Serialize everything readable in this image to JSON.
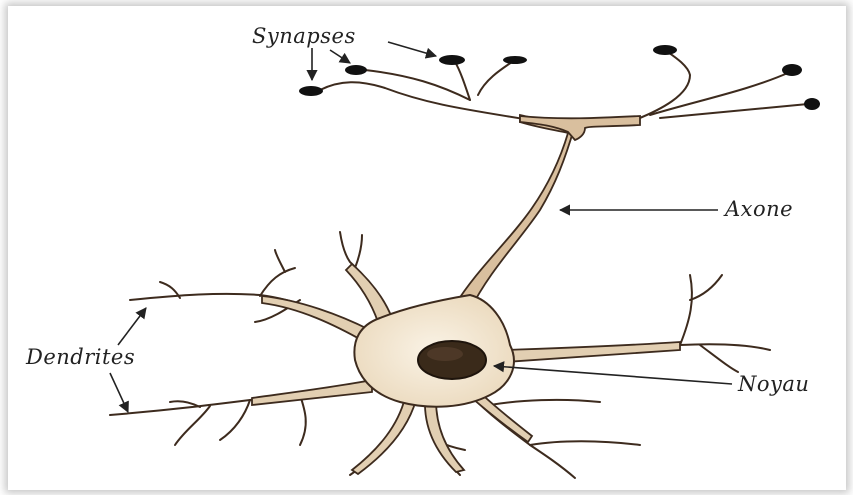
{
  "labels": {
    "synapses": "Synapses",
    "axone": "Axone",
    "dendrites": "Dendrites",
    "noyau": "Noyau"
  },
  "colors": {
    "cytoplasm": "#efe2cc",
    "outline": "#3d2b1e",
    "nucleus": "#3a2a1a",
    "axon": "#d9bf9e",
    "terminal": "#111111",
    "arrow": "#222222"
  }
}
